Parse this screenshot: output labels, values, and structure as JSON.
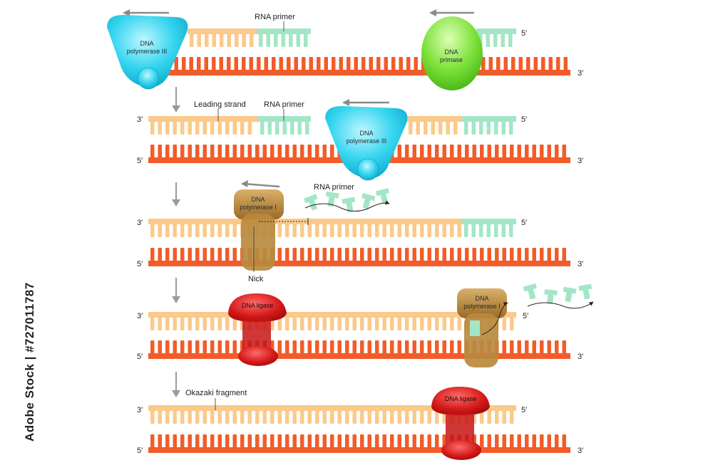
{
  "labels": {
    "rna_primer": "RNA primer",
    "dna_pol3_line1": "DNA",
    "dna_pol3_line2": "polymerase III",
    "dna_primase_line1": "DNA",
    "dna_primase_line2": "primase",
    "leading_strand": "Leading strand",
    "dna_pol1_line1": "DNA",
    "dna_pol1_line2": "polymerase I",
    "nick": "Nick",
    "dna_ligase": "DNA ligase",
    "okazaki_fragment": "Okazaki fragment"
  },
  "ends": {
    "three_prime": "3′",
    "five_prime": "5′"
  },
  "watermark": "Adobe Stock | #727011787",
  "colors": {
    "template_strand": "#f25c2a",
    "new_strand": "#fbc98a",
    "rna_primer": "#a3e6c6",
    "polymerase_iii": "#2fd3ee",
    "primase": "#7be03a",
    "polymerase_i": "#b98a3e",
    "ligase": "#d21a1a"
  }
}
